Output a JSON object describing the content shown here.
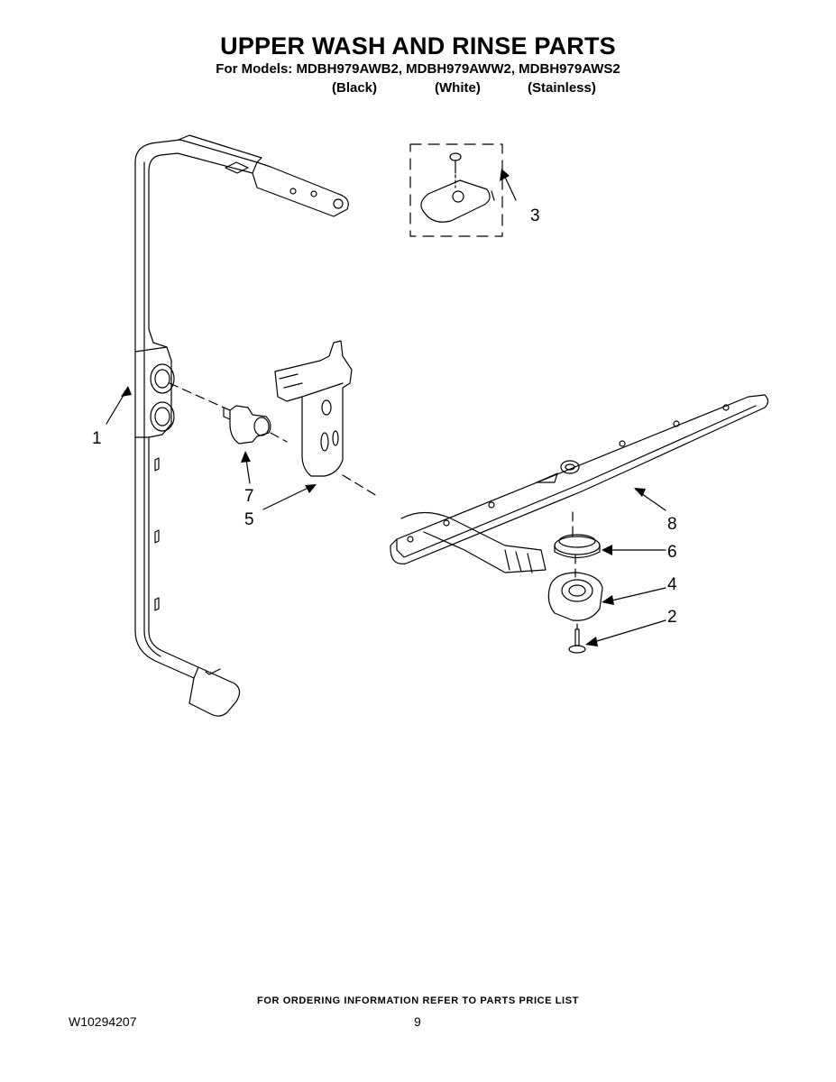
{
  "header": {
    "title": "UPPER WASH AND RINSE PARTS",
    "models": "For Models: MDBH979AWB2, MDBH979AWW2, MDBH979AWS2",
    "variants": [
      "(Black)",
      "(White)",
      "(Stainless)"
    ]
  },
  "callouts": [
    "1",
    "2",
    "3",
    "4",
    "5",
    "6",
    "7",
    "8"
  ],
  "footer": {
    "ordering_note": "FOR ORDERING INFORMATION REFER TO PARTS PRICE LIST",
    "doc_number": "W10294207",
    "page_number": "9"
  },
  "colors": {
    "line": "#000000",
    "background": "#ffffff"
  }
}
